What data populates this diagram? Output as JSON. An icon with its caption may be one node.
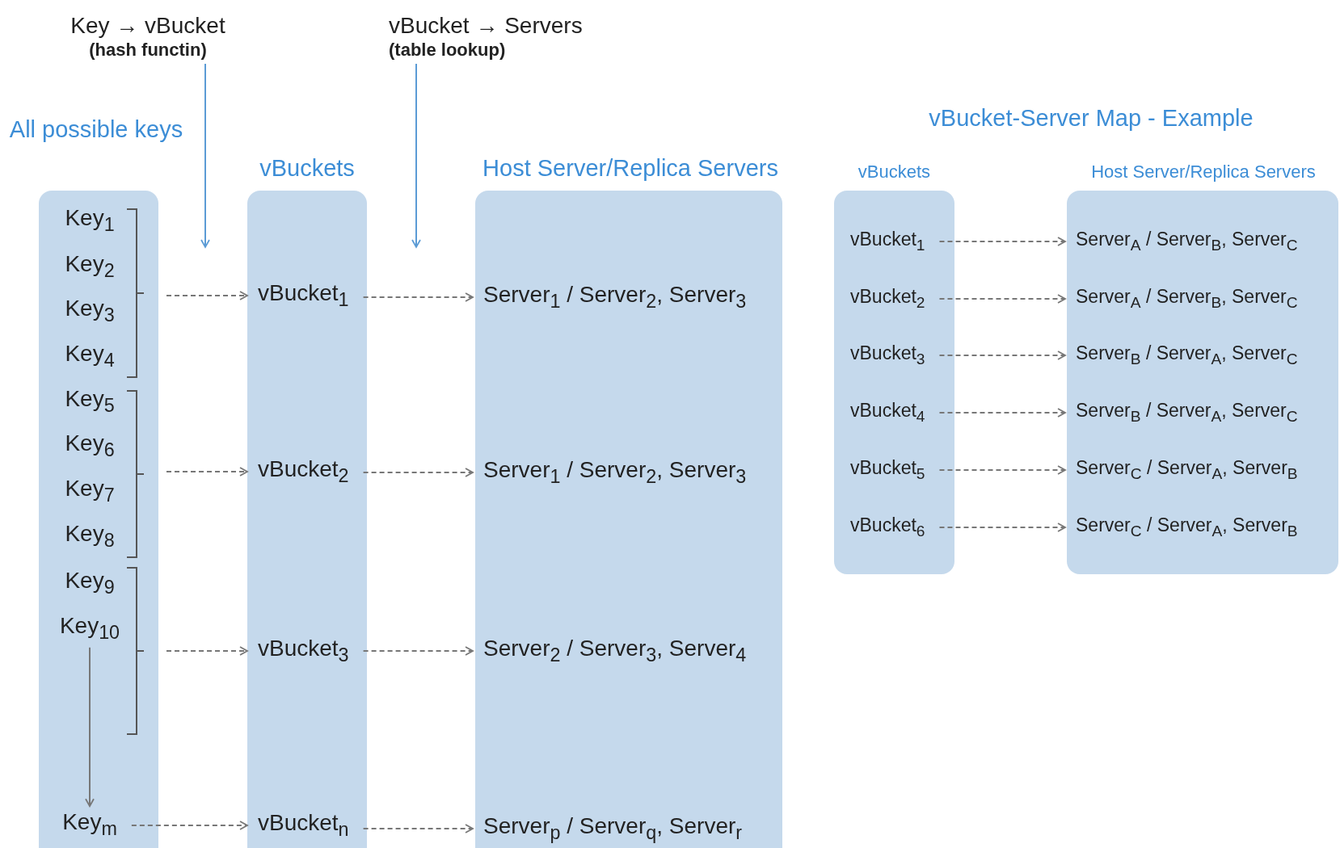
{
  "diagram": {
    "nodes": [
      {
        "text": [
          "Key → vBucket",
          "(hash functin)"
        ]
      },
      {
        "text": [
          "vBucket → Servers",
          "(table lookup)"
        ]
      },
      {
        "text": [
          "All possible keys"
        ]
      },
      {
        "text": [
          "Key$_{1}$"
        ],
        "in": 2
      },
      {
        "text": [
          "Key$_{2}$"
        ],
        "in": 2
      },
      {
        "text": [
          "Key$_{3}$"
        ],
        "in": 2
      },
      {
        "text": [
          "Key$_{4}$"
        ],
        "in": 2
      },
      {
        "text": [
          "Key$_{5}$"
        ],
        "in": 2
      },
      {
        "text": [
          "Key$_{6}$"
        ],
        "in": 2
      },
      {
        "text": [
          "Key$_{7}$"
        ],
        "in": 2
      },
      {
        "text": [
          "Key$_{8}$"
        ],
        "in": 2
      },
      {
        "text": [
          "Key$_{9}$"
        ],
        "in": 2
      },
      {
        "text": [
          "Key$_{10}$"
        ],
        "in": 2
      },
      {
        "text": [
          "Key$_{m}$"
        ],
        "in": 2
      },
      {
        "text": [
          "vBuckets"
        ]
      },
      {
        "text": [
          "vBucket$_{1}$"
        ],
        "in": 14
      },
      {
        "text": [
          "vBucket$_{2}$"
        ],
        "in": 14
      },
      {
        "text": [
          "vBucket$_{3}$"
        ],
        "in": 14
      },
      {
        "text": [
          "vBucket$_{n}$"
        ],
        "in": 14
      },
      {
        "text": [
          "Host Server/Replica Servers"
        ]
      },
      {
        "text": [
          "Server$_{1}$ / Server$_{2}$, Server$_{3}$"
        ],
        "in": 19
      },
      {
        "text": [
          "Server$_{1}$ / Server$_{2}$, Server$_{3}$"
        ],
        "in": 19
      },
      {
        "text": [
          "Server$_{2}$ / Server$_{3}$, Server$_{4}$"
        ],
        "in": 19
      },
      {
        "text": [
          "Server$_{p}$ / Server$_{q}$, Server$_{r}$"
        ],
        "in": 19
      },
      {
        "text": [
          "vBuckets"
        ]
      },
      {
        "text": [
          "vBucket$_{1}$"
        ],
        "in": 24
      },
      {
        "text": [
          "vBucket$_{2}$"
        ],
        "in": 24
      },
      {
        "text": [
          "vBucket$_{3}$"
        ],
        "in": 24
      },
      {
        "text": [
          "vBucket$_{4}$"
        ],
        "in": 24
      },
      {
        "text": [
          "vBucket$_{5}$"
        ],
        "in": 24
      },
      {
        "text": [
          "vBucket$_{6}$"
        ],
        "in": 24
      },
      {
        "text": [
          "Host Server/Replica Servers"
        ]
      },
      {
        "text": [
          "Server$_{A}$ / Server$_{B}$, Server$_{C}$"
        ],
        "in": 31
      },
      {
        "text": [
          "Server$_{A}$ / Server$_{B}$, Server$_{C}$"
        ],
        "in": 31
      },
      {
        "text": [
          "Server$_{B}$ / Server$_{A}$, Server$_{C}$"
        ],
        "in": 31
      },
      {
        "text": [
          "Server$_{B}$ / Server$_{A}$, Server$_{C}$"
        ],
        "in": 31
      },
      {
        "text": [
          "Server$_{C}$ / Server$_{A}$, Server$_{B}$"
        ],
        "in": 31
      },
      {
        "text": [
          "Server$_{C}$ / Server$_{A}$, Server$_{B}$"
        ],
        "in": 31
      },
      {
        "text": [],
        "shape": "bracket",
        "in": 2
      },
      {
        "text": [],
        "shape": "bracket",
        "in": 2
      },
      {
        "text": [],
        "shape": "bracket",
        "in": 2
      }
    ],
    "edges": [
      {
        "from": 38,
        "to": 15,
        "arrow": "to",
        "style": "dashed"
      },
      {
        "from": 15,
        "to": 20,
        "arrow": "to",
        "style": "dashed"
      },
      {
        "from": 39,
        "to": 16,
        "arrow": "to",
        "style": "dashed"
      },
      {
        "from": 16,
        "to": 21,
        "arrow": "to",
        "style": "dashed"
      },
      {
        "from": 40,
        "to": 17,
        "arrow": "to",
        "style": "dashed"
      },
      {
        "from": 17,
        "to": 22,
        "arrow": "to",
        "style": "dashed"
      },
      {
        "from": 12,
        "to": 13,
        "arrow": "to"
      },
      {
        "from": 13,
        "to": 18,
        "arrow": "to",
        "style": "dashed"
      },
      {
        "from": 18,
        "to": 23,
        "arrow": "to",
        "style": "dashed"
      },
      {
        "from": 25,
        "to": 32,
        "arrow": "to",
        "style": "dashed"
      },
      {
        "from": 26,
        "to": 33,
        "arrow": "to",
        "style": "dashed"
      },
      {
        "from": 27,
        "to": 34,
        "arrow": "to",
        "style": "dashed"
      },
      {
        "from": 28,
        "to": 35,
        "arrow": "to",
        "style": "dashed"
      },
      {
        "from": 29,
        "to": 36,
        "arrow": "to",
        "style": "dashed"
      },
      {
        "from": 30,
        "to": 37,
        "arrow": "to",
        "style": "dashed"
      },
      {
        "from": 0,
        "to": null,
        "arrow": "to",
        "color": "#5b9bd5"
      },
      {
        "from": 1,
        "to": null,
        "arrow": "to",
        "color": "#5b9bd5"
      }
    ],
    "labels": [
      "vBucket-Server Map - Example"
    ]
  }
}
